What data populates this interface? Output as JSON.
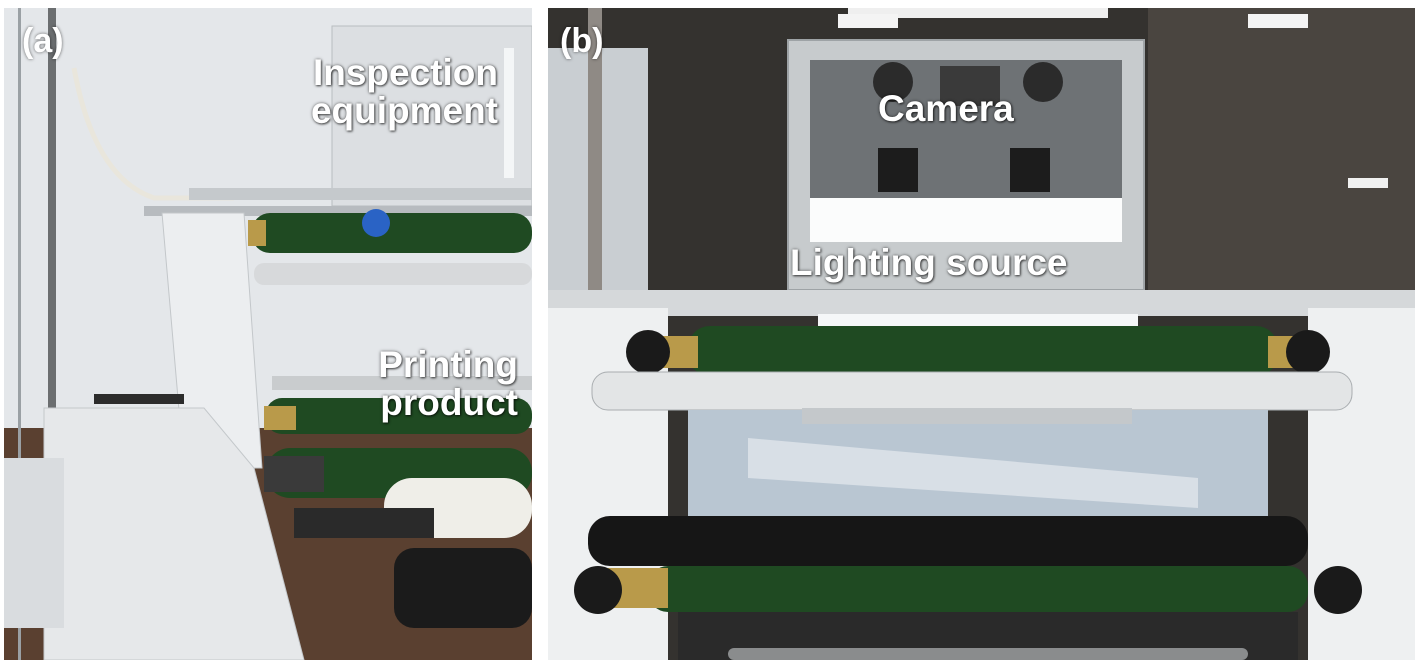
{
  "panels": [
    {
      "id": "a",
      "letter": "(a)",
      "labels": {
        "inspection_line1": "Inspection",
        "inspection_line2": "equipment",
        "printing_line1": "Printing",
        "printing_line2": "product"
      }
    },
    {
      "id": "b",
      "letter": "(b)",
      "labels": {
        "camera": "Camera",
        "lighting": "Lighting source"
      }
    }
  ],
  "colors": {
    "roller_green": "#1f4a22",
    "machine_white": "#e8eaec",
    "wall_grey": "#cfd3d6",
    "ceiling_dark": "#2c2b28"
  }
}
